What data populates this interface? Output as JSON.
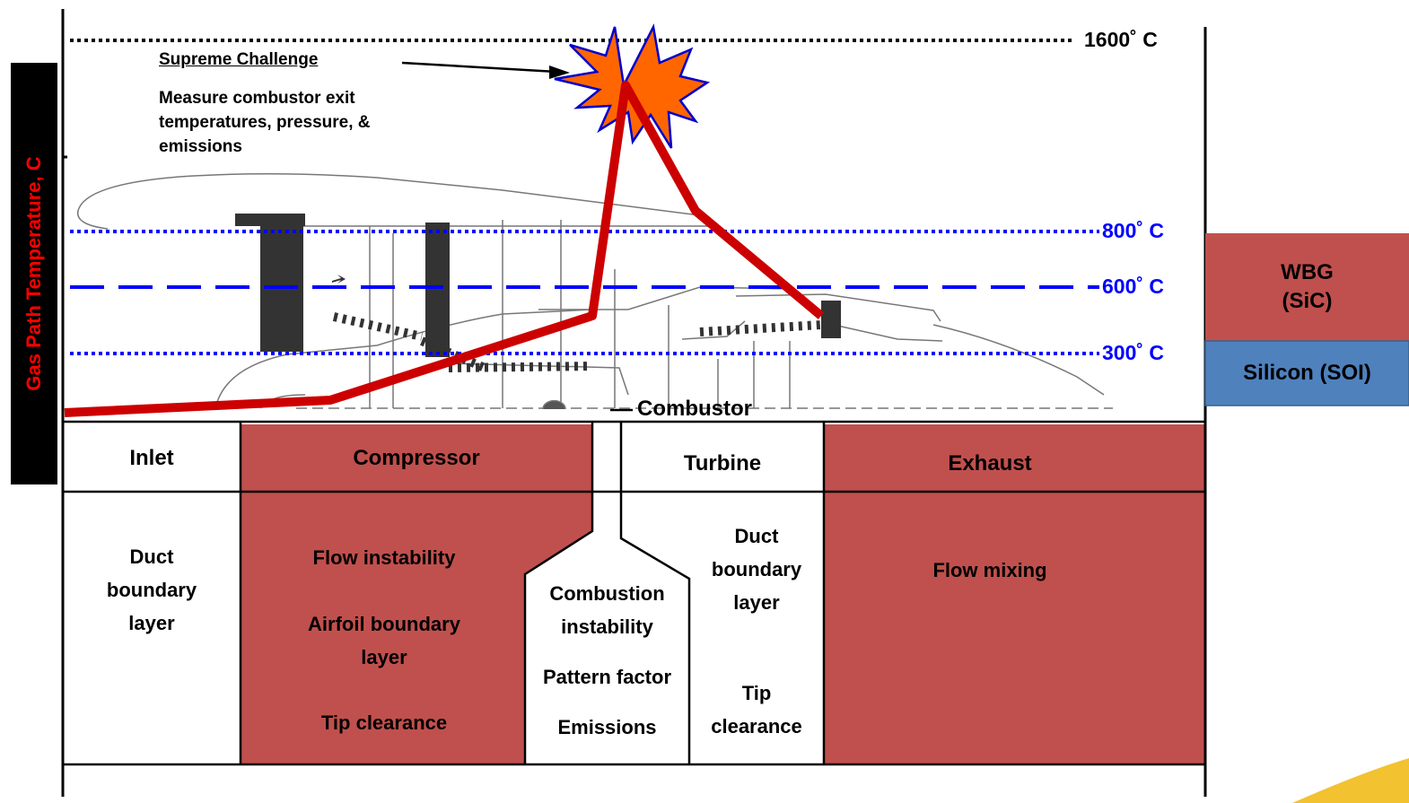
{
  "y_axis": {
    "label": "Gas Path Temperature, C"
  },
  "temperature_levels": [
    {
      "label": "1600˚ C",
      "line_style": "dotted-black"
    },
    {
      "label": "800˚ C",
      "line_style": "dotted-blue"
    },
    {
      "label": "600˚ C",
      "line_style": "dashed-blue"
    },
    {
      "label": "300˚ C",
      "line_style": "dotted-blue"
    }
  ],
  "callout": {
    "title": "Supreme Challenge",
    "lines": [
      "Measure combustor exit",
      "temperatures, pressure, &",
      "emissions"
    ]
  },
  "combustor_label": "Combustor",
  "sections": [
    {
      "name": "Inlet",
      "issues": [
        "Duct",
        "boundary",
        "layer"
      ]
    },
    {
      "name": "Compressor",
      "issues": [
        "Flow instability",
        "Airfoil boundary",
        "layer",
        "Tip clearance"
      ]
    },
    {
      "name": "",
      "issues": [
        "Combustion",
        "instability",
        "Pattern factor",
        "Emissions"
      ]
    },
    {
      "name": "Turbine",
      "issues": [
        "Duct",
        "boundary",
        "layer",
        "Tip",
        "clearance"
      ]
    },
    {
      "name": "Exhaust",
      "issues": [
        "Flow mixing"
      ]
    }
  ],
  "electronics": [
    {
      "label_lines": [
        "WBG",
        "(SiC)"
      ],
      "color": "#c0504d"
    },
    {
      "label_lines": [
        "Silicon (SOI)"
      ],
      "color": "#4f81bd"
    }
  ],
  "colors": {
    "temperature_trace": "#cc0000",
    "section_fill": "#c0504d",
    "level_line": "#0000ff",
    "burst": "#ff6600",
    "ylabel_text": "#ff0000"
  }
}
